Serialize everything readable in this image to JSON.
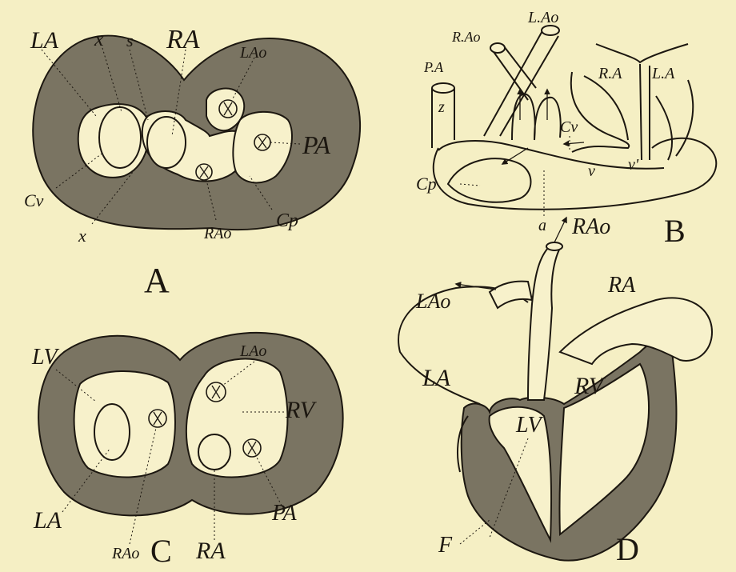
{
  "figure": {
    "panels": [
      {
        "id": "A",
        "letter": "A",
        "labels": {
          "LA": "LA",
          "x_top": "x",
          "s": "s",
          "RA": "RA",
          "LAo": "LAo",
          "PA": "PA",
          "Cv": "Cv",
          "x_bottom": "x",
          "RAo": "RAo",
          "Cp": "Cp"
        }
      },
      {
        "id": "B",
        "letter": "B",
        "labels": {
          "RAo": "R.Ao",
          "LAo": "L.Ao",
          "PA": "P.A",
          "z": "z",
          "RA": "R.A",
          "LA": "L.A",
          "Cv": "Cv",
          "Cp": "Cp",
          "v": "v",
          "v_prime": "v'",
          "a": "a"
        }
      },
      {
        "id": "C",
        "letter": "C",
        "labels": {
          "LV": "LV",
          "LAo": "LAo",
          "RV": "RV",
          "LA": "LA",
          "RAo": "RAo",
          "RA": "RA",
          "PA": "PA"
        }
      },
      {
        "id": "D",
        "letter": "D",
        "labels": {
          "RAo": "RAo",
          "LAo": "LAo",
          "RA": "RA",
          "LA": "LA",
          "RV": "RV",
          "LV": "LV",
          "F": "F"
        }
      }
    ]
  }
}
